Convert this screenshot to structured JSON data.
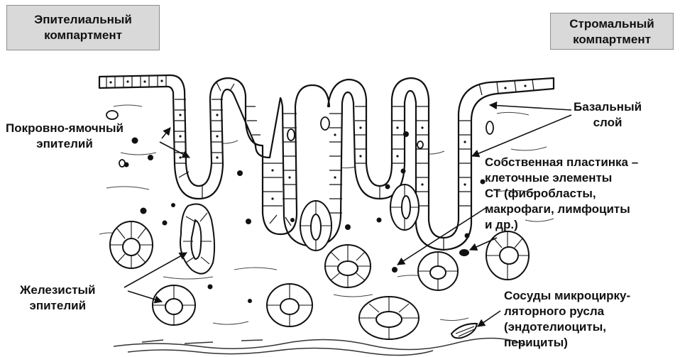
{
  "compartments": {
    "epithelial": {
      "line1": "Эпителиальный",
      "line2": "компартмент"
    },
    "stromal": {
      "line1": "Стромальный",
      "line2": "компартмент"
    }
  },
  "labels": {
    "pit_epithelium": {
      "line1": "Покровно-ямочный",
      "line2": "эпителий"
    },
    "basal_layer": {
      "line1": "Базальный",
      "line2": "слой"
    },
    "lamina_propria": {
      "line1": "Собственная пластинка –",
      "line2": "клеточные элементы",
      "line3": "СТ (фибробласты,",
      "line4": "макрофаги, лимфоциты",
      "line5": "и др.)"
    },
    "glandular_epithelium": {
      "line1": "Железистый",
      "line2": "эпителий"
    },
    "microvessels": {
      "line1": "Сосуды микроцирку-",
      "line2": "ляторного русла",
      "line3": "(эндотелиоциты,",
      "line4": "перициты)"
    }
  },
  "colors": {
    "box_fill": "#d9d9d9",
    "ink": "#111111"
  }
}
